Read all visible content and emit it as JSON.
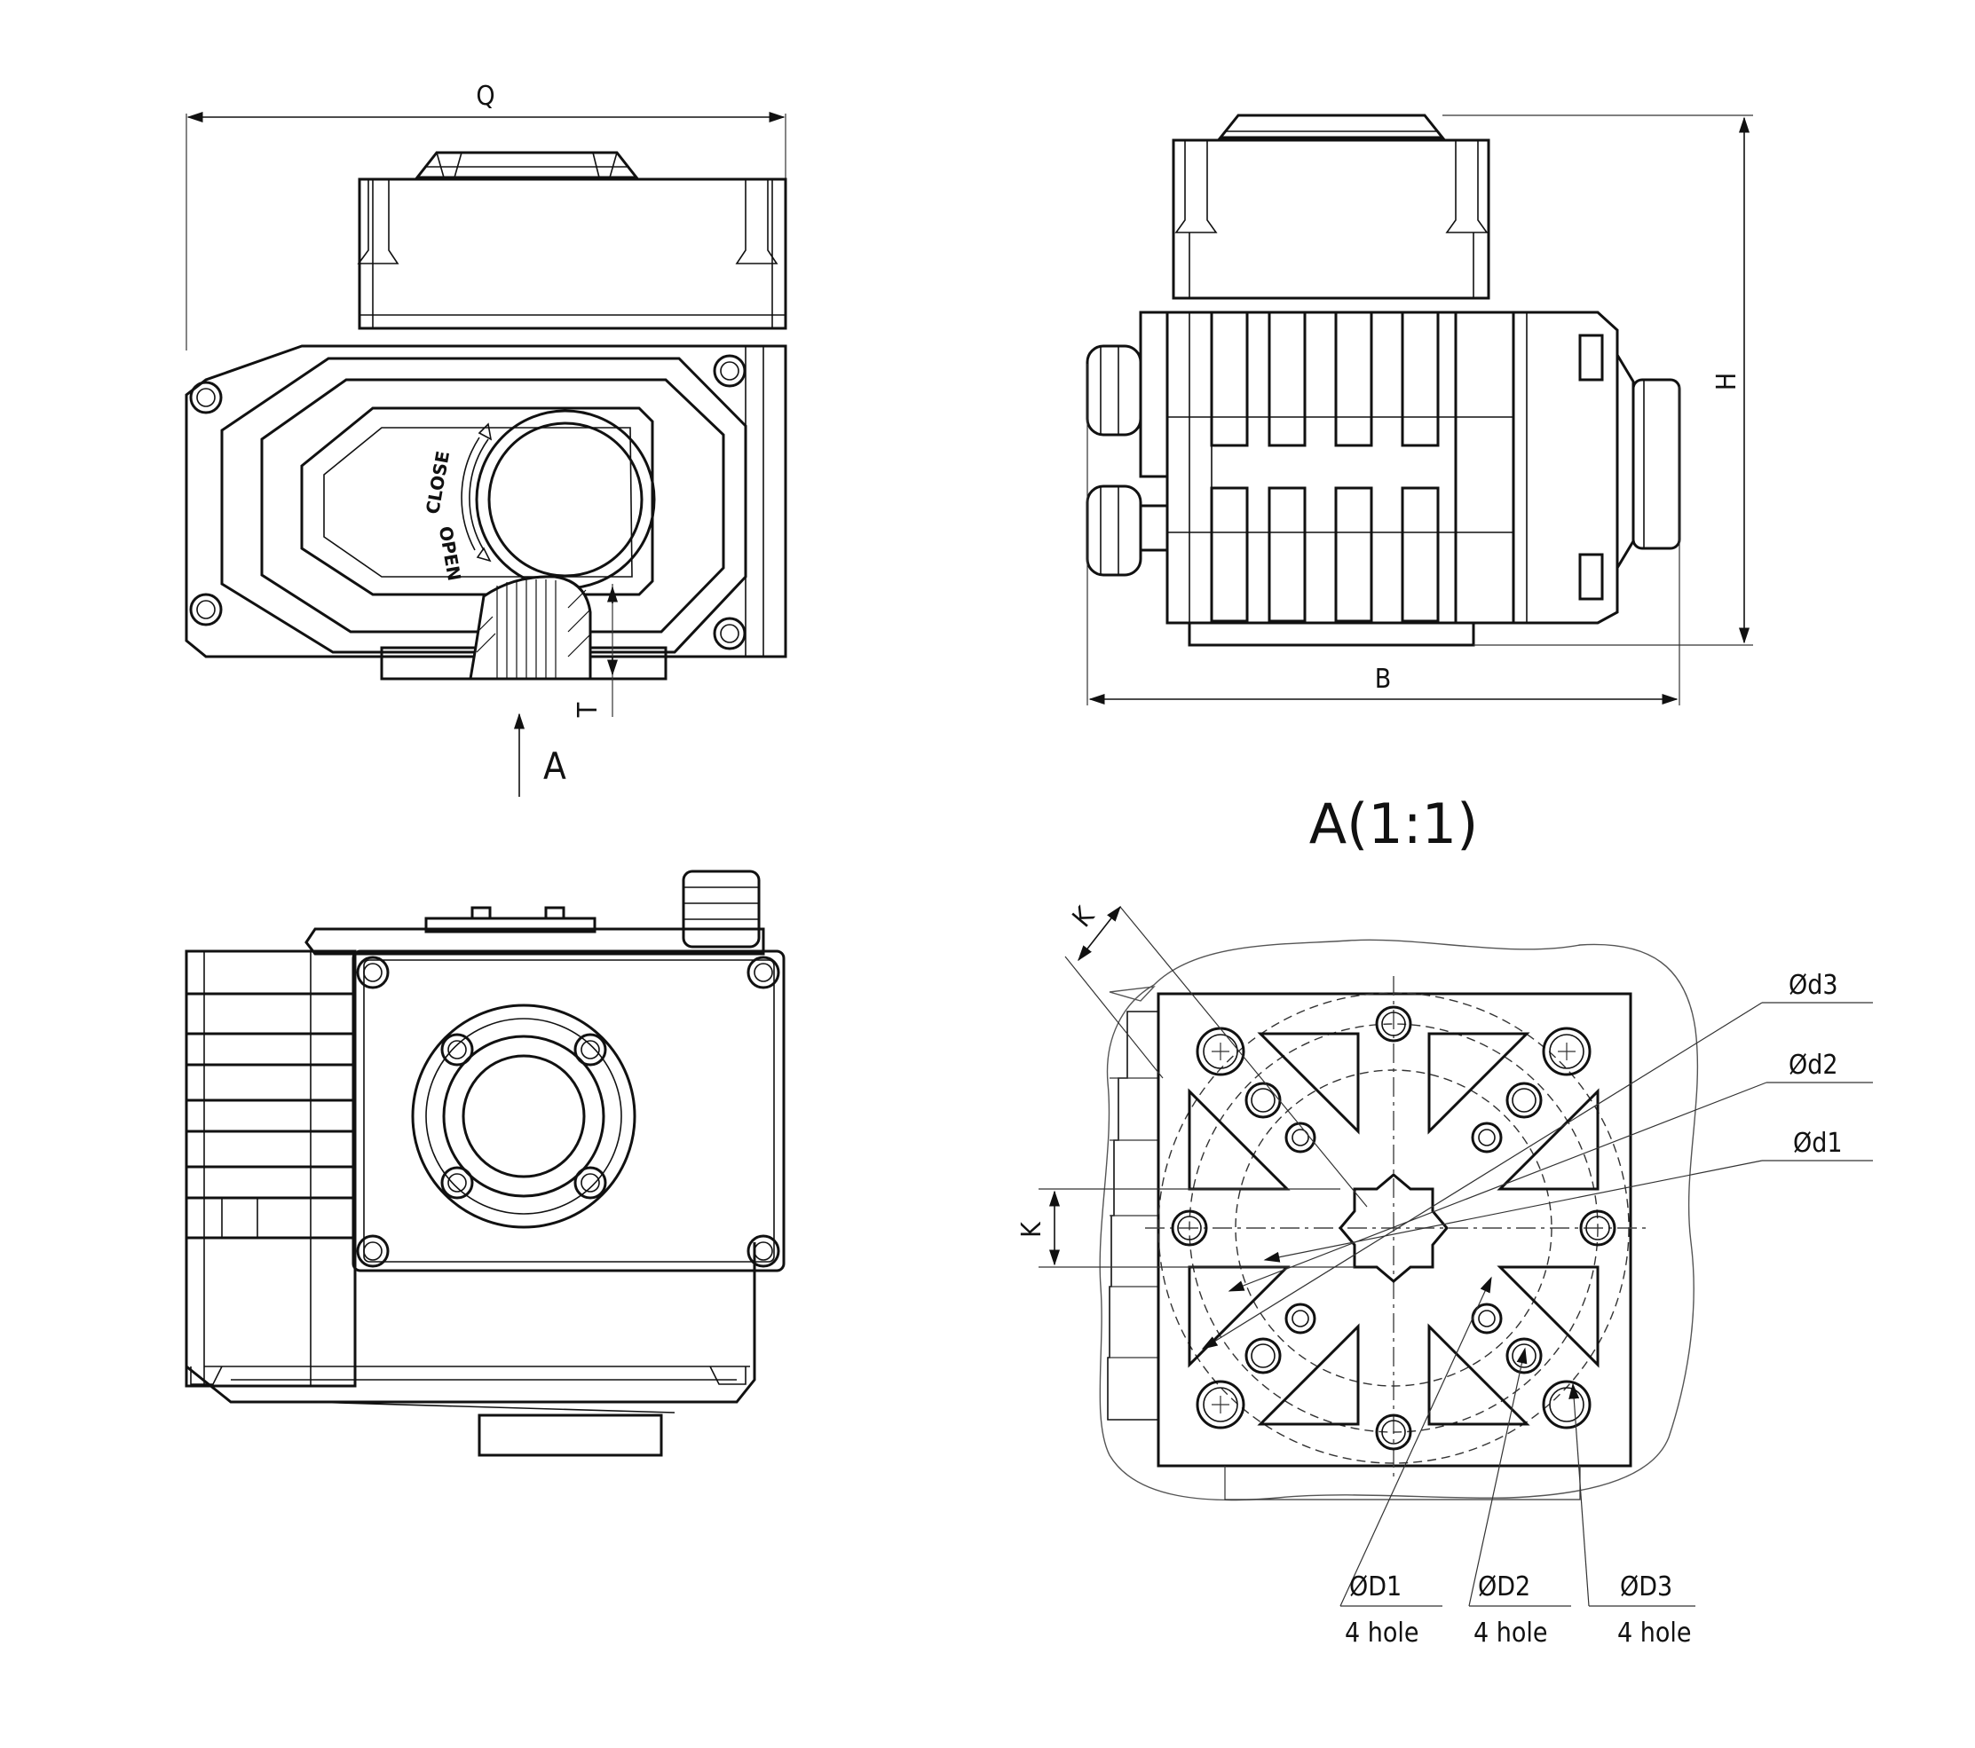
{
  "views": {
    "front": {
      "width_label": "Q",
      "depth_label": "T",
      "arrow_label": "A",
      "dial": {
        "close_label": "CLOSE",
        "open_label": "OPEN"
      }
    },
    "side": {
      "height_label": "H",
      "width_label": "B"
    },
    "bottom": {},
    "detail": {
      "title": "A(1:1)",
      "dims": {
        "k_top": "K",
        "k_side": "K",
        "d3": "Ød3",
        "d2": "Ød2",
        "d1": "Ød1"
      },
      "holes": [
        {
          "size": "ØD1",
          "count": "4 hole"
        },
        {
          "size": "ØD2",
          "count": "4 hole"
        },
        {
          "size": "ØD3",
          "count": "4 hole"
        }
      ]
    }
  }
}
